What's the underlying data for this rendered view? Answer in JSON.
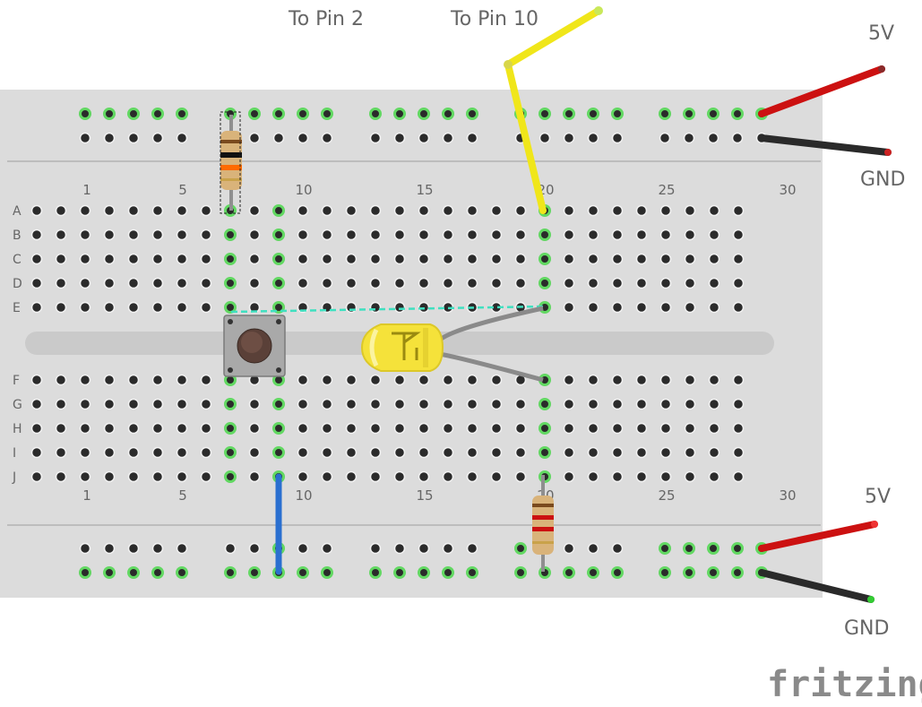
{
  "labels": {
    "to_pin_2": "To Pin 2",
    "to_pin_10": "To Pin 10",
    "v5_top": "5V",
    "gnd_top": "GND",
    "v5_bottom": "5V",
    "gnd_bottom": "GND",
    "logo": "fritzing"
  },
  "breadboard": {
    "row_letters_top": [
      "A",
      "B",
      "C",
      "D",
      "E"
    ],
    "row_letters_bottom": [
      "F",
      "G",
      "H",
      "I",
      "J"
    ],
    "column_numbers": [
      "1",
      "5",
      "10",
      "15",
      "20",
      "25",
      "30"
    ],
    "column_count": 30
  },
  "colors": {
    "board": "#dcdcdc",
    "hole": "#2b2b2b",
    "hole_highlight": "#62d862",
    "wire_yellow": "#f0e61a",
    "wire_red": "#cc1111",
    "wire_black": "#2a2a2a",
    "wire_blue": "#2a6fd0",
    "led": "#f5e23a",
    "dashed_link": "#40e0c0"
  }
}
